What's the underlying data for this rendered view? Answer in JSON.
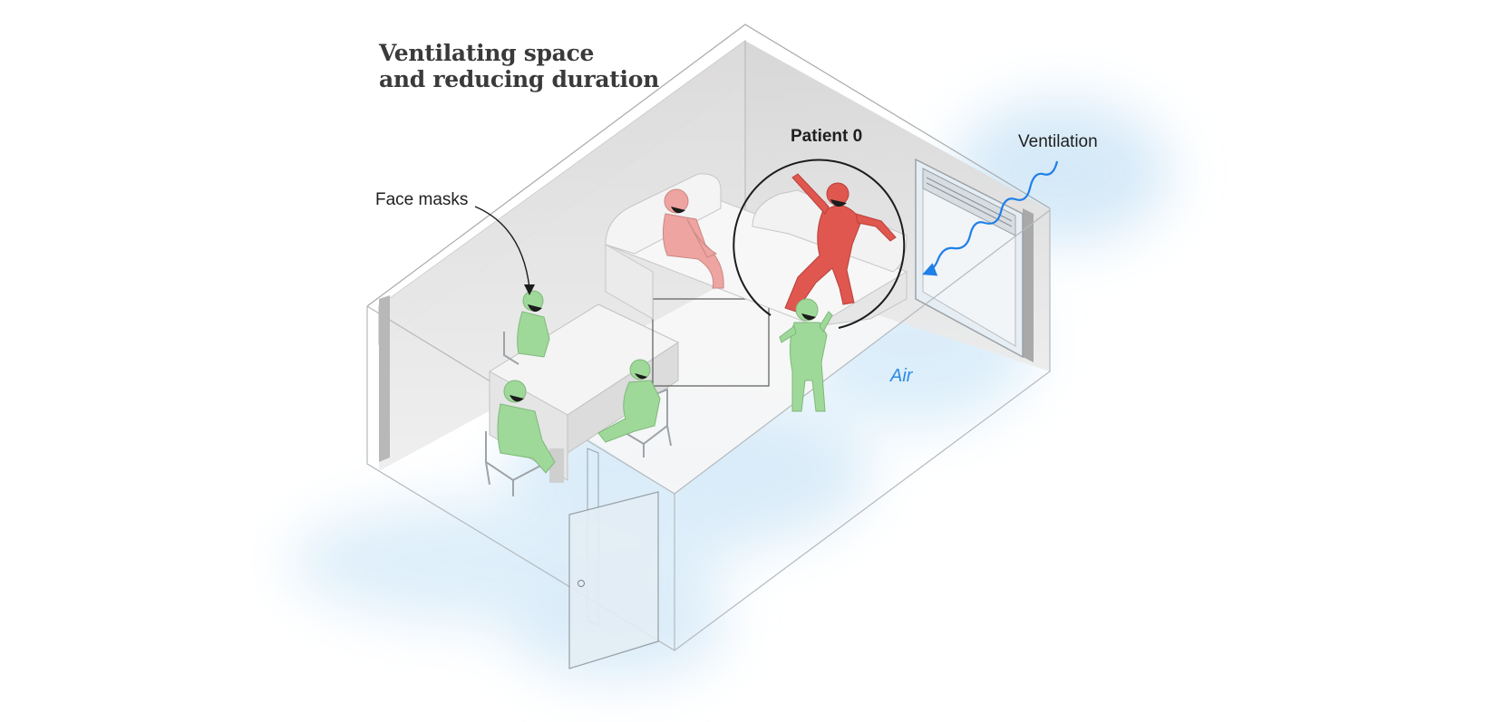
{
  "title": {
    "line1": "Ventilating space",
    "line2": "and reducing duration"
  },
  "labels": {
    "face_masks": "Face masks",
    "patient_zero": "Patient 0",
    "ventilation": "Ventilation",
    "air": "Air"
  },
  "colors": {
    "infected": "#e0574f",
    "infected_light": "#eea4a0",
    "protected": "#9fd99a",
    "airflow": "#1f7fe8",
    "air_haze": "#cfe6f7",
    "room_wall": "#e4e2e1",
    "outline": "#8a8a8a"
  },
  "icons": [
    "person-infected",
    "person-exposed",
    "person-masked",
    "face-mask-icon",
    "window-icon",
    "door-icon",
    "chair-icon",
    "sofa-icon",
    "table-icon",
    "ventilation-arrow-icon"
  ]
}
